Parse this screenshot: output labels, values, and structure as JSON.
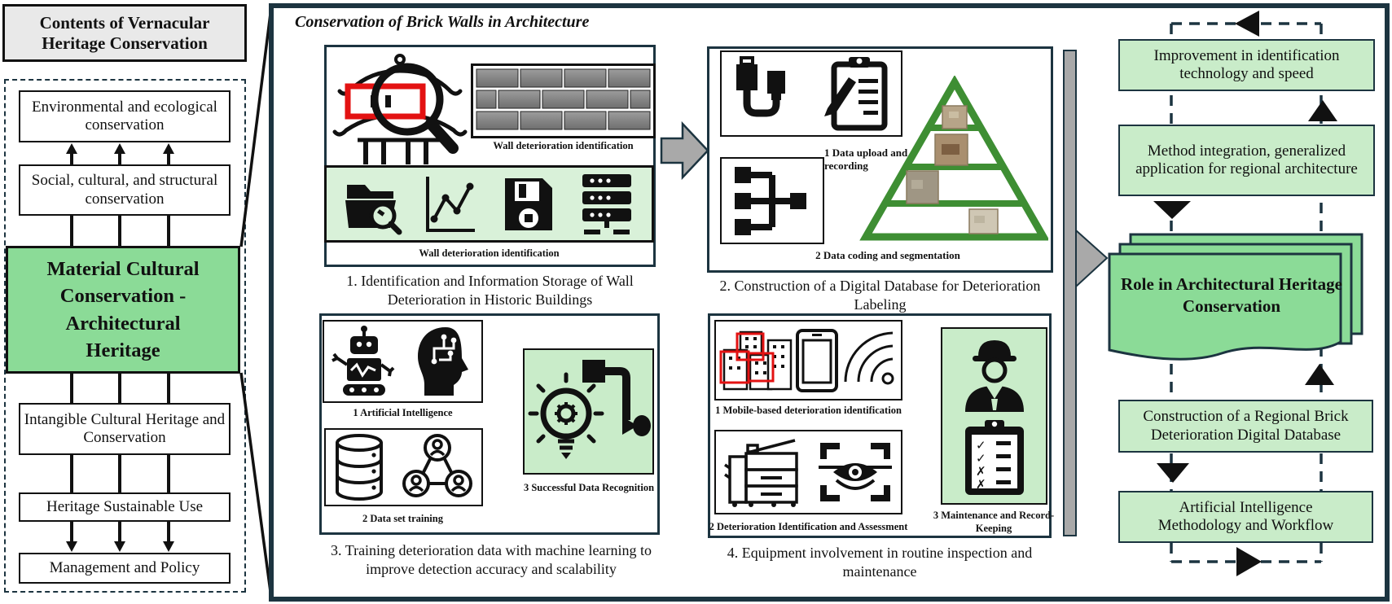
{
  "left_panel": {
    "title": "Contents of Vernacular Heritage Conservation",
    "box_env": "Environmental and ecological conservation",
    "box_social": "Social, cultural, and structural conservation",
    "box_material": "Material Cultural Conservation - Architectural Heritage",
    "box_intangible": "Intangible Cultural Heritage and Conservation",
    "box_heritage": "Heritage Sustainable Use",
    "box_management": "Management and Policy"
  },
  "main_panel": {
    "title": "Conservation of Brick Walls in Architecture",
    "s1": {
      "caption": "1. Identification and Information Storage of Wall Deterioration in Historic Buildings",
      "wall_label_top": "Wall deterioration identification",
      "wall_label_bottom": "Wall deterioration identification"
    },
    "s2": {
      "caption": "2. Construction of a Digital Database for Deterioration Labeling",
      "step1": "1 Data upload and recording",
      "step2": "2 Data coding and segmentation"
    },
    "s3": {
      "caption": "3. Training deterioration data with machine learning to improve detection accuracy and scalability",
      "step1": "1 Artificial Intelligence",
      "step2": "2 Data set training",
      "step3": "3 Successful Data Recognition"
    },
    "s4": {
      "caption": "4. Equipment involvement in routine inspection and maintenance",
      "step1": "1 Mobile-based deterioration identification",
      "step2": "2 Deterioration Identification and Assessment",
      "step3": "3 Maintenance and Record-Keeping"
    }
  },
  "right_panel": {
    "box_improvement": "Improvement in identification technology and speed",
    "box_method": "Method integration, generalized application for regional architecture",
    "box_role": "Role in Architectural Heritage Conservation",
    "box_construction": "Construction of a Regional Brick Deterioration Digital Database",
    "box_ai": "Artificial Intelligence Methodology and Workflow"
  },
  "icons": {
    "s1": [
      "pagoda-magnifier-icon",
      "brick-wall-icon",
      "folder-search-icon",
      "line-chart-icon",
      "floppy-disk-icon",
      "server-icon"
    ],
    "s2": [
      "usb-cable-icon",
      "clipboard-pencil-icon",
      "tree-diagram-icon",
      "pyramid-samples-icon"
    ],
    "s3": [
      "robot-icon",
      "brain-circuit-icon",
      "database-icon",
      "people-network-icon",
      "lightbulb-gear-icon"
    ],
    "s4": [
      "buildings-detection-icon",
      "tablet-icon",
      "wifi-icon",
      "copier-icon",
      "eye-scan-icon",
      "worker-icon",
      "checklist-icon"
    ]
  },
  "colors": {
    "green_medium": "#8bdb97",
    "green_light": "#c9ecc9",
    "green_strip": "#d9f1d9",
    "pyramid_green": "#3e8e33",
    "navy": "#1c3440",
    "gray_arrow": "#a9a9a9",
    "title_bg": "#e9e9e9",
    "red_highlight": "#e31212"
  }
}
